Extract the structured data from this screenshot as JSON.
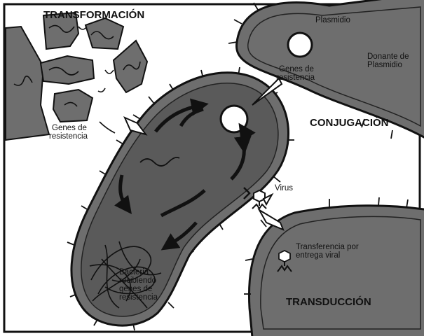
{
  "sections": {
    "transformation": "TRANSFORMACIÓN",
    "conjugation": "CONJUGACIÓN",
    "transduction": "TRANSDUCCIÓN"
  },
  "labels": {
    "plasmid": "Plasmidio",
    "donor_line1": "Donante de",
    "donor_line2": "Plasmidio",
    "donor_genes_line1": "Genes de",
    "donor_genes_line2": "resistencia",
    "free_genes_line1": "Genes de",
    "free_genes_line2": "resistencia",
    "virus": "Virus",
    "viral_transfer_line1": "Transferencia por",
    "viral_transfer_line2": "entrega viral",
    "recipient_line1": "Bacteria",
    "recipient_line2": "recibiendo",
    "recipient_line3": "genes de",
    "recipient_line4": "resistencia"
  },
  "colors": {
    "cell_fill": "#6e6e6e",
    "cell_inner": "#5a5a5a",
    "outline": "#111111",
    "background": "#ffffff"
  },
  "icons": [
    "cell-debris-fragment-icon",
    "plasmid-ring-icon",
    "virus-icon",
    "pointer-arrow-icon",
    "cycle-arrow-icon"
  ]
}
